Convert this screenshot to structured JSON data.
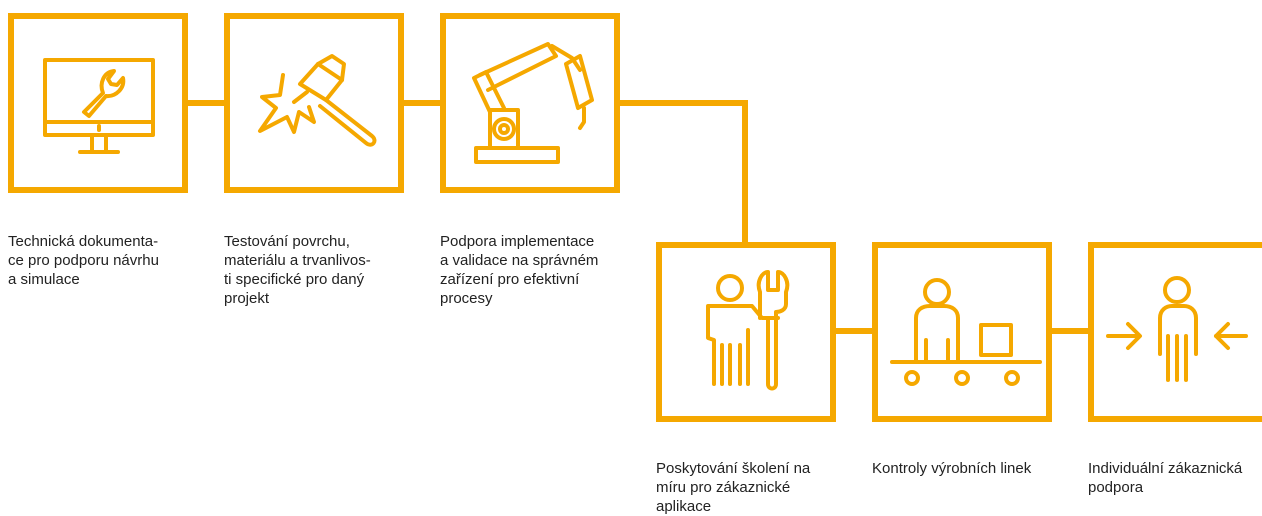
{
  "accent_color": "#f5a800",
  "steps": [
    {
      "icon": "monitor-wrench-icon",
      "caption": "Technická dokumenta-\nce pro podporu návrhu\na simulace"
    },
    {
      "icon": "hammer-impact-icon",
      "caption": "Testování povrchu,\nmateriálu a trvanlivos-\nti specifické pro daný\nprojekt"
    },
    {
      "icon": "robotic-arm-icon",
      "caption": "Podpora implementace\na validace na správném\nzařízení pro efektivní\nprocesy"
    },
    {
      "icon": "worker-wrench-icon",
      "caption": "Poskytování školení na\nmíru pro zákaznické\naplikace"
    },
    {
      "icon": "conveyor-worker-icon",
      "caption": "Kontroly výrobních linek"
    },
    {
      "icon": "person-arrows-icon",
      "caption": "Individuální zákaznická\npodpora"
    }
  ]
}
